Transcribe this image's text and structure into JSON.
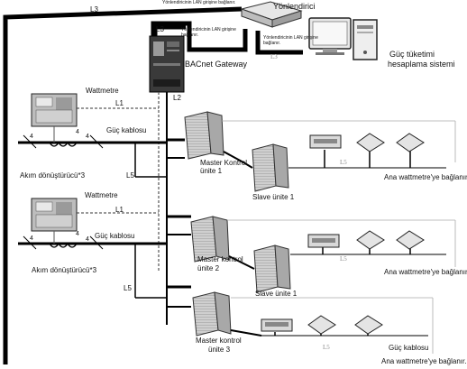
{
  "labels": {
    "l3_top": "L3",
    "router": "Yönlendirici",
    "router_note_left": "Yönlendiricinin LAN girişine bağlanır.",
    "router_note_right": "Yönlendiricinin LAN girişine bağlanır.",
    "l3_gateway": "L3",
    "gateway_note": "Yönlendiricinin LAN girişine bağlanır.",
    "l3_pc": "L3",
    "pc_line1": "Güç tüketimi",
    "pc_line2": "hesaplama sistemi",
    "gateway": "BACnet Gateway",
    "l2": "L2",
    "wattmetre_1": "Wattmetre",
    "l1_1": "L1",
    "guc_kablosu_1": "Güç kablosu",
    "four_1a": "4",
    "four_1b": "4",
    "four_1c": "4",
    "akim_1": "Akım dönüştürücü*3",
    "master_1_line1": "Master Kontrol",
    "master_1_line2": "ünite 1",
    "l5_1": "L5",
    "slave_1": "Slave ünite 1",
    "l5_row1": "L5",
    "ana_1": "Ana wattmetre'ye bağlanır.",
    "wattmetre_2": "Wattmetre",
    "l1_2": "L1",
    "guc_kablosu_2": "Güç kablosu",
    "four_2a": "4",
    "four_2b": "4",
    "four_2c": "4",
    "akim_2": "Akım dönüştürücü*3",
    "master_2_line1": "Master kontrol",
    "master_2_line2": "ünite 2",
    "l5_2": "L5",
    "slave_2": "Slave ünite 1",
    "l5_row2": "L5",
    "ana_2": "Ana wattmetre'ye bağlanır.",
    "master_3_line1": "Master kontrol",
    "master_3_line2": "ünite 3",
    "l5_row3": "L5",
    "guc_kablosu_3": "Güç kablosu",
    "ana_3": "Ana wattmetre'ye bağlanır."
  },
  "colors": {
    "line": "#000000",
    "thin": "#9a9a9a",
    "device_dark": "#2b2b2b",
    "device_light": "#d9d9d9",
    "l5_text": "#8a8a8a"
  }
}
